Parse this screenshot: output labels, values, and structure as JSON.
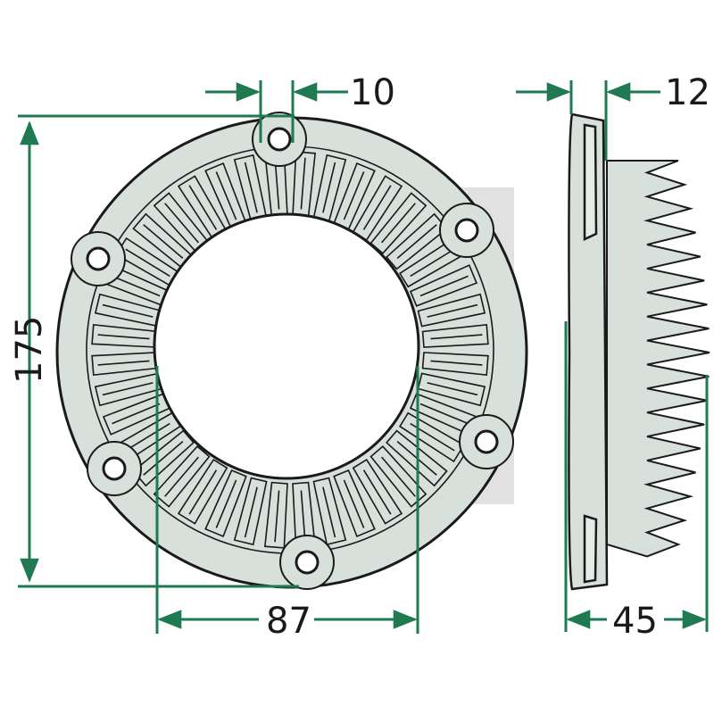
{
  "colors": {
    "dimension_line": "#1f7a52",
    "part_fill": "#d7e0da",
    "part_stroke": "#1a1a1a",
    "watermark": "#b8b8b8"
  },
  "dimensions": {
    "hole_diameter": "10",
    "outer_diameter": "175",
    "inner_diameter": "87",
    "flange_thickness": "12",
    "overall_height": "45"
  },
  "icons": {
    "watermark": "brand-watermark-icon"
  }
}
